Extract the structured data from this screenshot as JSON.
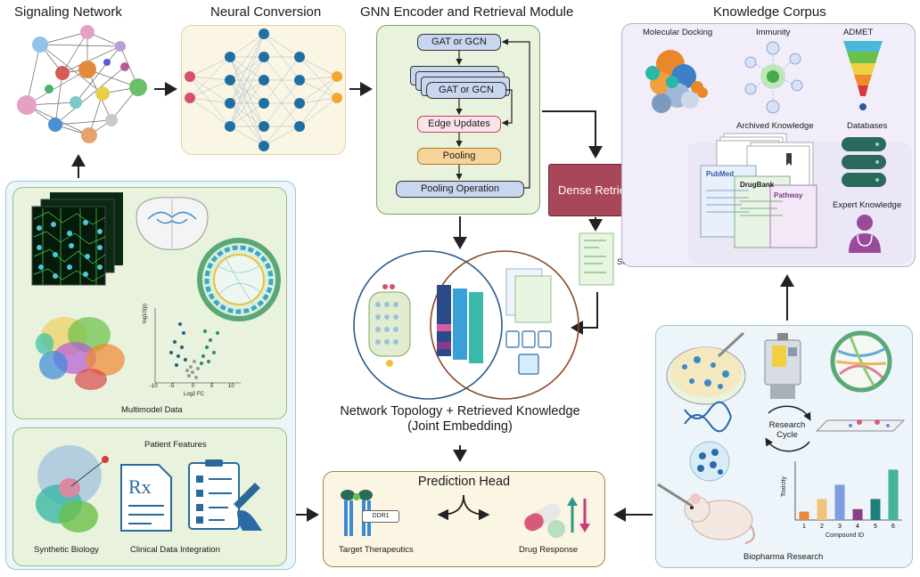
{
  "titles": {
    "signaling": "Signaling Network",
    "neural": "Neural Conversion",
    "gnn": "GNN Encoder and Retrieval Module",
    "corpus": "Knowledge Corpus"
  },
  "gnn": {
    "gat1": "GAT or GCN",
    "gat2": "GAT or GCN",
    "edge": "Edge Updates",
    "pool": "Pooling",
    "poolop": "Pooling Operation"
  },
  "retriever": "Dense Retriever",
  "selected": "Selected Data",
  "corpus": {
    "docking": "Molecular Docking",
    "immunity": "Immunity",
    "admet": "ADMET",
    "archived": "Archived Knowledge",
    "databases": "Databases",
    "expert": "Expert Knowledge",
    "pubmed": "PubMed",
    "drugbank": "DrugBank",
    "pathway": "Pathway"
  },
  "joint": {
    "line1": "Network Topology + Retrieved Knowledge",
    "line2": "(Joint Embedding)"
  },
  "multimodel": "Multimodel Data",
  "volcano": {
    "xlabel": "Log2 FC",
    "ylabel": "log10(p)",
    "xticks": [
      "-10",
      "-5",
      "0",
      "5",
      "10"
    ]
  },
  "patient": {
    "title": "Patient Features",
    "synthetic": "Synthetic Biology",
    "clinical": "Clinical Data Integration"
  },
  "prediction": {
    "title": "Prediction Head",
    "target": "Target Therapeutics",
    "drug": "Drug Response",
    "ddr1": "DDR1"
  },
  "biopharma": {
    "title": "Biopharma Research",
    "cycle": "Research Cycle"
  },
  "chart_data": {
    "type": "bar",
    "categories": [
      "1",
      "2",
      "3",
      "4",
      "5",
      "6"
    ],
    "values": [
      1.0,
      2.5,
      4.2,
      1.3,
      2.5,
      6.0
    ],
    "xlabel": "Compound ID",
    "ylabel": "Toxicity",
    "colors": [
      "#e8883a",
      "#f2c27a",
      "#7d9de0",
      "#8b3f7f",
      "#1f7f7a",
      "#43b39a"
    ],
    "ylim": [
      0,
      7
    ]
  }
}
